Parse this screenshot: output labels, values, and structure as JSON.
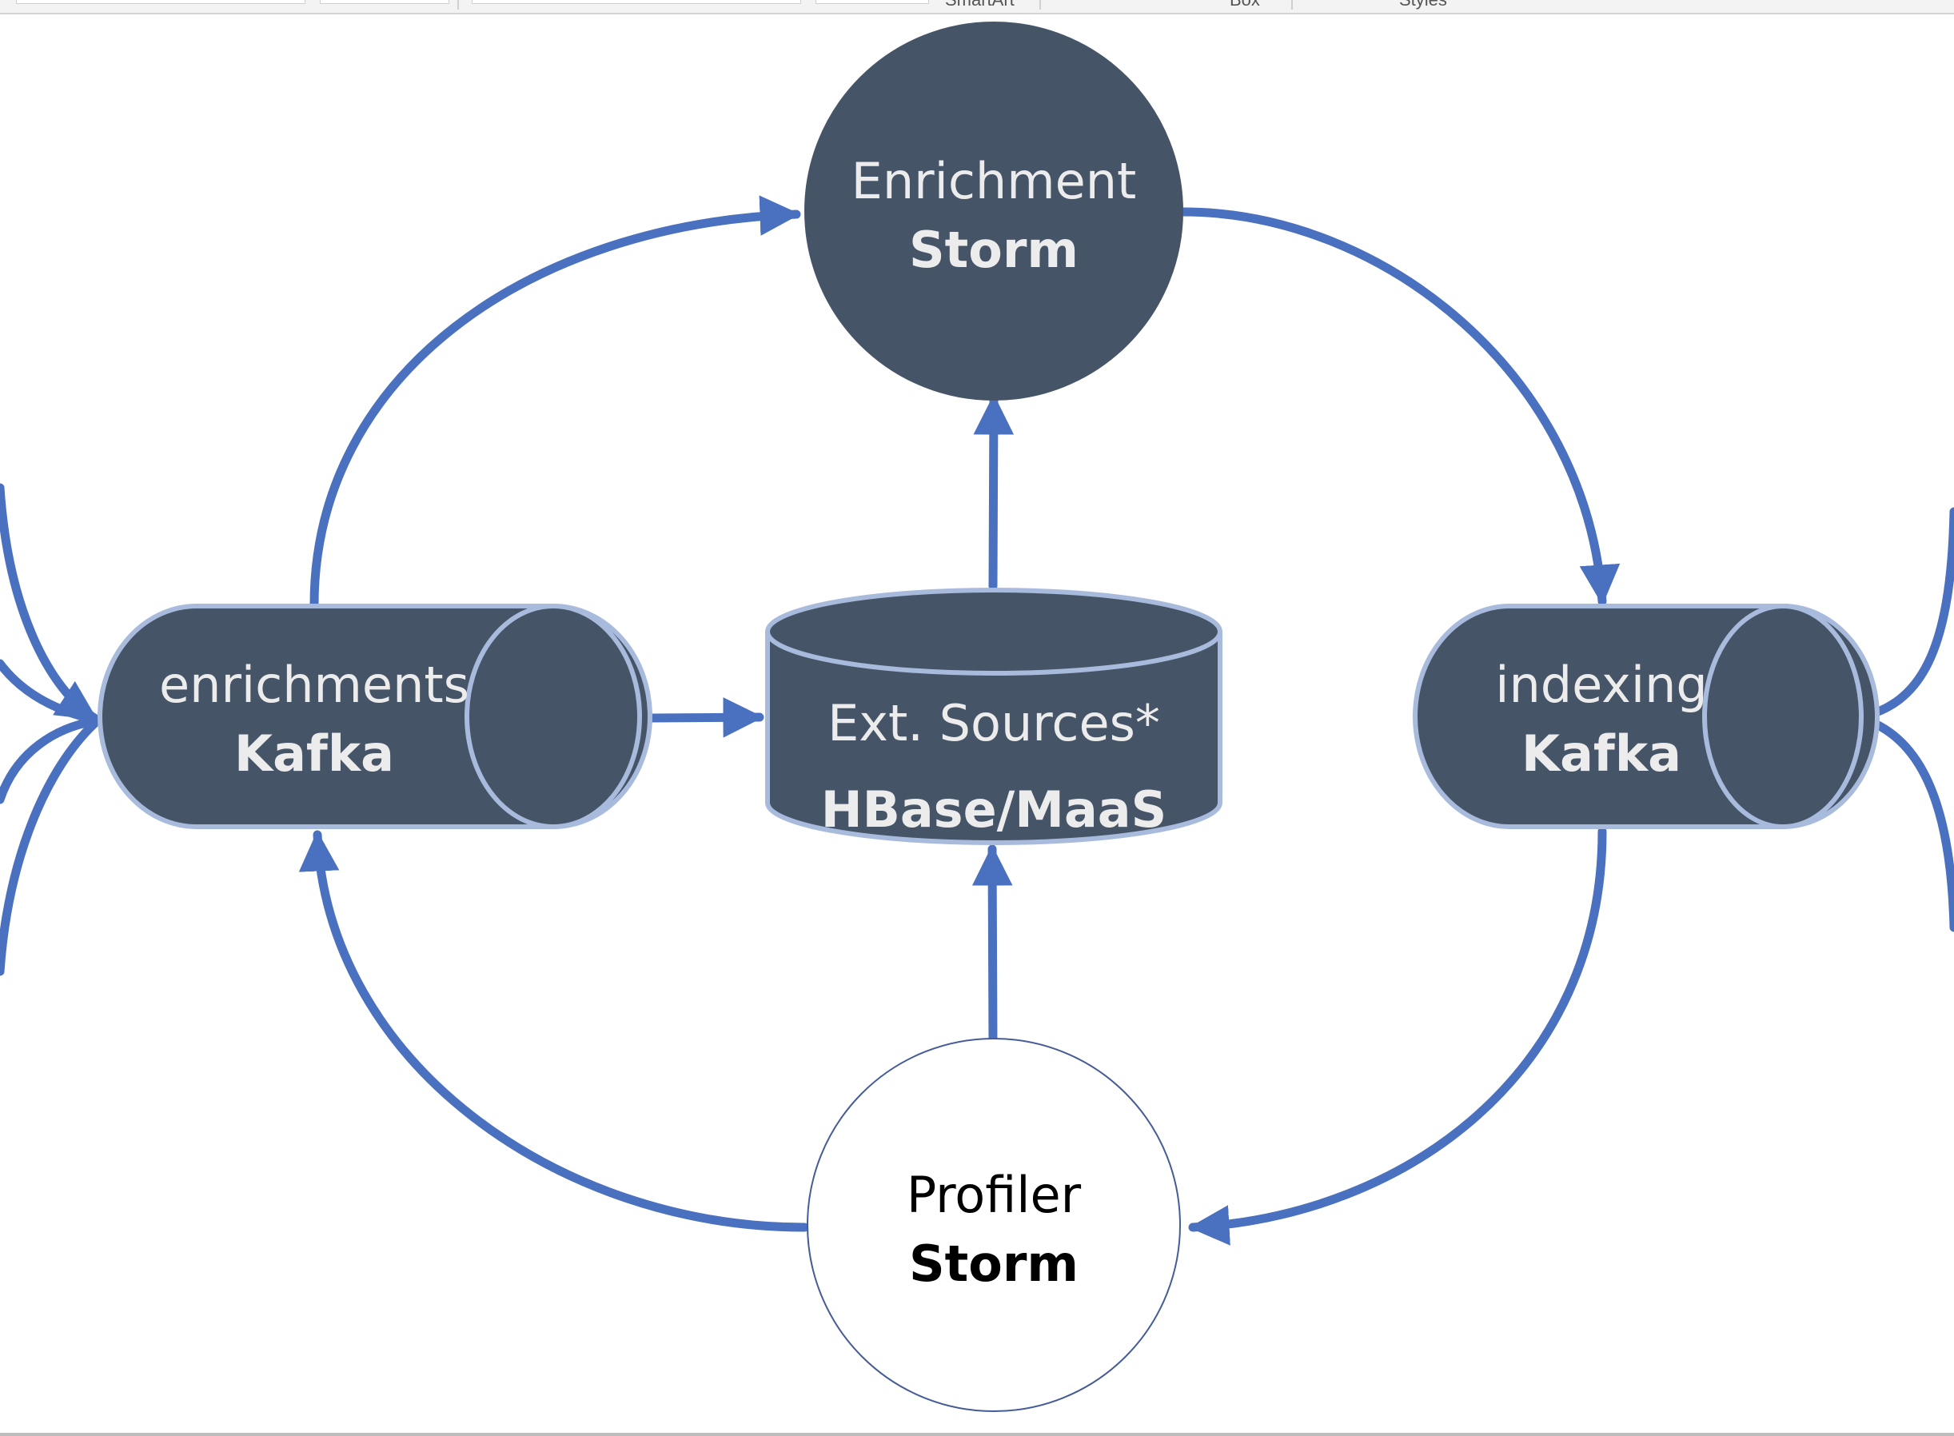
{
  "ribbon": {
    "group_smartart": "SmartArt",
    "group_box": "Box",
    "group_styles": "Styles"
  },
  "colors": {
    "node_fill": "#465468",
    "node_border": "#a9bbdc",
    "arrow": "#4a70c0",
    "light_text": "#ececec",
    "dark_text": "#000000"
  },
  "nodes": {
    "enrichment_storm": {
      "line1": "Enrichment",
      "line2": "Storm"
    },
    "enrichments_kafka": {
      "line1": "enrichments",
      "line2": "Kafka"
    },
    "ext_sources": {
      "line1": "Ext. Sources*",
      "line2": "HBase/MaaS"
    },
    "indexing_kafka": {
      "line1": "indexing",
      "line2": "Kafka"
    },
    "profiler_storm": {
      "line1": "Profiler",
      "line2": "Storm"
    }
  }
}
